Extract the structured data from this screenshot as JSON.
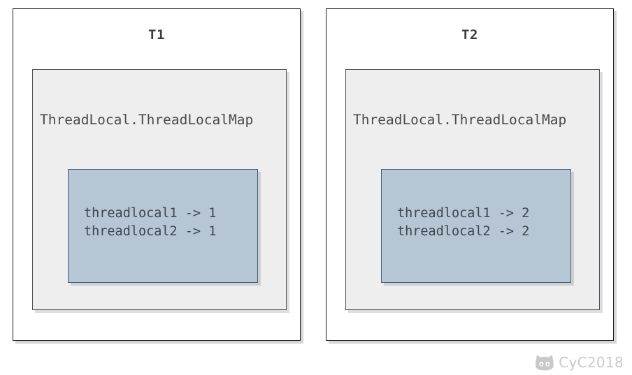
{
  "diagram": {
    "background_color": "#ffffff",
    "panels": [
      {
        "title": "T1",
        "map_label": "ThreadLocal.ThreadLocalMap",
        "entries": [
          "threadlocal1 -> 1",
          "threadlocal2 -> 1"
        ]
      },
      {
        "title": "T2",
        "map_label": "ThreadLocal.ThreadLocalMap",
        "entries": [
          "threadlocal1 -> 2",
          "threadlocal2 -> 2"
        ]
      }
    ],
    "colors": {
      "panel_border": "#1a1a1a",
      "map_fill": "#eeeeee",
      "map_border": "#4d545c",
      "entries_fill": "#b6c6d4",
      "entries_border": "#3f5d7d",
      "text": "#40464c",
      "watermark": "#c9c9c9"
    }
  },
  "watermark": {
    "icon": "github-octocat-icon",
    "text": "CyC2018"
  }
}
